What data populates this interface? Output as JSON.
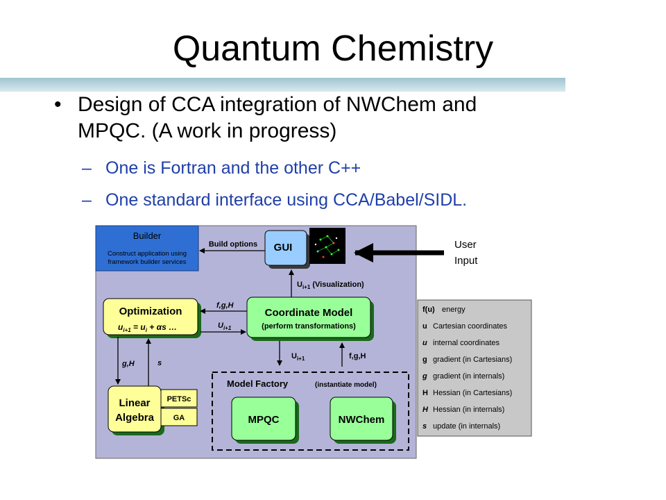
{
  "slide": {
    "title": "Quantum Chemistry",
    "bullet": {
      "line1": "Design of CCA integration of NWChem and",
      "line2": "MPQC. (A work in progress)"
    },
    "subbullets": [
      "One is Fortran and the other C++",
      "One standard interface using CCA/Babel/SIDL."
    ],
    "bullet_glyph": "•",
    "dash_glyph": "–"
  },
  "diagram": {
    "builder": {
      "title": "Builder",
      "desc1": "Construct application using",
      "desc2": "framework builder services"
    },
    "build_options": "Build options",
    "gui": "GUI",
    "user_input": [
      "User",
      "Input"
    ],
    "visualization": {
      "u": "U",
      "sub": "i+1",
      "rest": " (Visualization)"
    },
    "optimization": {
      "title": "Optimization",
      "formula": {
        "u1": "u",
        "s1": "i+1",
        "mid": " = ",
        "u2": "u",
        "s2": "i",
        "rest": " + αs …"
      }
    },
    "coord_model": {
      "title": "Coordinate Model",
      "subtitle": "(perform transformations)"
    },
    "fgH_left": "f,g,H",
    "u_left": {
      "u": "U",
      "sub": "i+1"
    },
    "u_down": {
      "u": "U",
      "sub": "i+1"
    },
    "fgH_up": "f,g,H",
    "gH": "g,H",
    "s": "s",
    "linear_algebra": [
      "Linear",
      "Algebra"
    ],
    "petsc": "PETSc",
    "ga": "GA",
    "model_factory": {
      "title": "Model Factory",
      "subtitle": "(instantiate model)"
    },
    "mpqc": "MPQC",
    "nwchem": "NWChem",
    "legend": [
      {
        "sym": "f(u)",
        "italic": false,
        "desc": "energy"
      },
      {
        "sym": "u",
        "italic": false,
        "desc": "Cartesian coordinates"
      },
      {
        "sym": "u",
        "italic": true,
        "desc": "internal coordinates"
      },
      {
        "sym": "g",
        "italic": false,
        "desc": "gradient (in Cartesians)"
      },
      {
        "sym": "g",
        "italic": true,
        "desc": "gradient (in internals)"
      },
      {
        "sym": "H",
        "italic": false,
        "desc": "Hessian (in Cartesians)"
      },
      {
        "sym": "H",
        "italic": true,
        "desc": "Hessian (in internals)"
      },
      {
        "sym": "s",
        "italic": true,
        "desc": "update (in internals)"
      }
    ],
    "colors": {
      "panel": "#b4b4d8",
      "builder": "#2f6fd4",
      "box_yellow": "#ffff99",
      "box_green": "#99ff99",
      "legend_bg": "#c8c8c8",
      "subbullet": "#1f3fa8"
    }
  }
}
